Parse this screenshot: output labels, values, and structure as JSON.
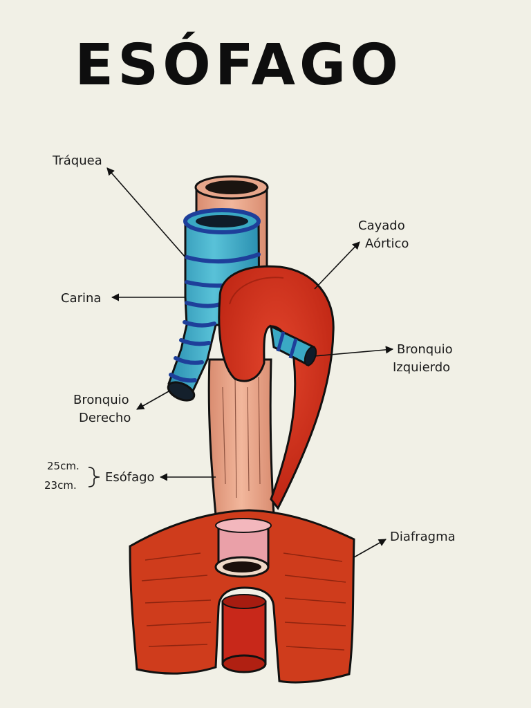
{
  "title": "ESÓFAGO",
  "labels": {
    "traquea": "Tráquea",
    "carina": "Carina",
    "cayado_1": "Cayado",
    "cayado_2": "Aórtico",
    "bronquio_izq_1": "Bronquio",
    "bronquio_izq_2": "Izquierdo",
    "bronquio_der_1": "Bronquio",
    "bronquio_der_2": "Derecho",
    "length_a": "25cm.",
    "length_b": "23cm.",
    "esofago": "Esófago",
    "diafragma": "Diafragma"
  },
  "colors": {
    "paper": "#f1f0e6",
    "esophagus": "#e9a98e",
    "trachea": "#3aa9c4",
    "trachea_rings": "#1e3f9a",
    "aorta": "#d6301f",
    "diaphragm": "#cf3c1c",
    "outline": "#111111"
  }
}
